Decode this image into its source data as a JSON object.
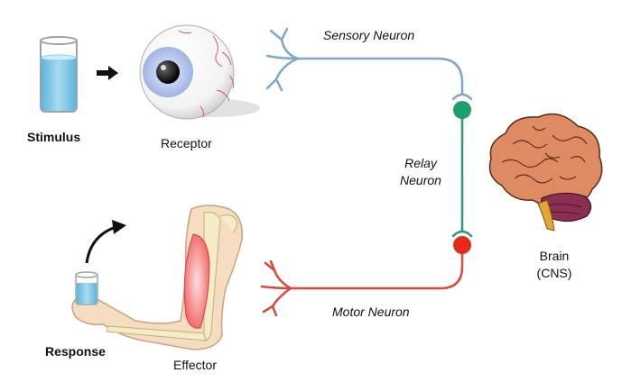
{
  "labels": {
    "stimulus": "Stimulus",
    "receptor": "Receptor",
    "sensory_neuron": "Sensory Neuron",
    "relay_neuron_line1": "Relay",
    "relay_neuron_line2": "Neuron",
    "brain_line1": "Brain",
    "brain_line2": "(CNS)",
    "motor_neuron": "Motor Neuron",
    "response": "Response",
    "effector": "Effector"
  },
  "colors": {
    "sensory": "#7aa7d4",
    "relay": "#2e9a6a",
    "motor": "#d84a35",
    "water": "#7cc4e4",
    "brain": "#d9825a",
    "cerebellum": "#8a2f52",
    "muscle": "#f08a8a",
    "bone": "#f4ecc4",
    "skin": "#f6dcc0"
  },
  "icons": {
    "beaker": "beaker-icon",
    "arrow": "right-arrow-icon",
    "eye": "eyeball-icon",
    "brain": "brain-icon",
    "arm": "arm-icon",
    "curved_arrow": "curved-arrow-icon"
  }
}
